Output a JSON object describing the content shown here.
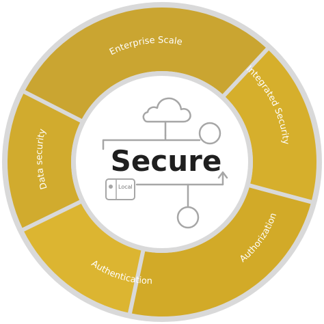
{
  "diagram": {
    "center_title": "Secure",
    "local_label": "Local",
    "segments": [
      {
        "label": "Enterprise Scale",
        "color": "#caa531"
      },
      {
        "label": "Integrated Security",
        "color": "#d6af2c"
      },
      {
        "label": "Authorization",
        "color": "#d2aa28"
      },
      {
        "label": "Authentication",
        "color": "#dcb531"
      },
      {
        "label": "Data security",
        "color": "#d1ab2e"
      }
    ],
    "colors": {
      "outer_ring": "#d9d9d9",
      "separator": "#d9d9d9",
      "inner_ring": "#d9d9d9",
      "icon_stroke": "#a6a6a6",
      "center_fill": "#ffffff"
    }
  }
}
